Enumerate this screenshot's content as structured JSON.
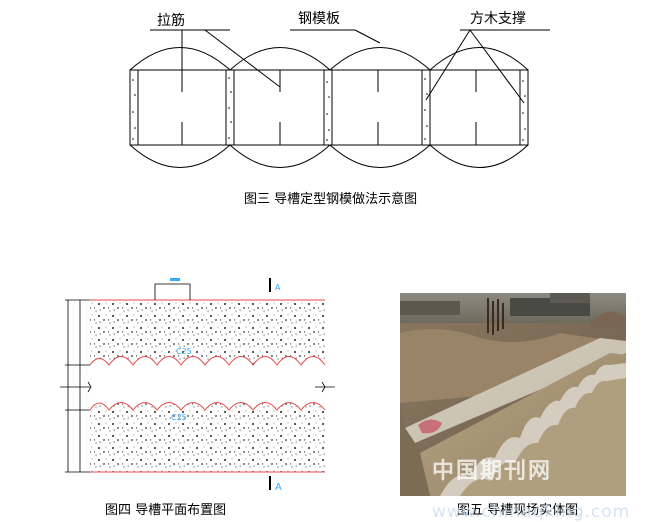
{
  "figure3": {
    "labels": {
      "tie_bar": "拉筋",
      "steel_form": "钢模板",
      "timber_support": "方木支撑"
    },
    "caption": "图三  导槽定型钢模做法示意图"
  },
  "figure4": {
    "caption": "图四  导槽平面布置图",
    "concrete_label_top": "C25",
    "concrete_label_bottom": "C25",
    "section_marker": "A",
    "section_marker_bottom": "A"
  },
  "figure5": {
    "caption": "图五  导槽现场实体图",
    "watermark": "中国期刊网",
    "watermark_url": "www.chinaqking.com"
  },
  "colors": {
    "line": "#000000",
    "red_curve": "#e84a4a",
    "blue_text": "#33aaff"
  }
}
